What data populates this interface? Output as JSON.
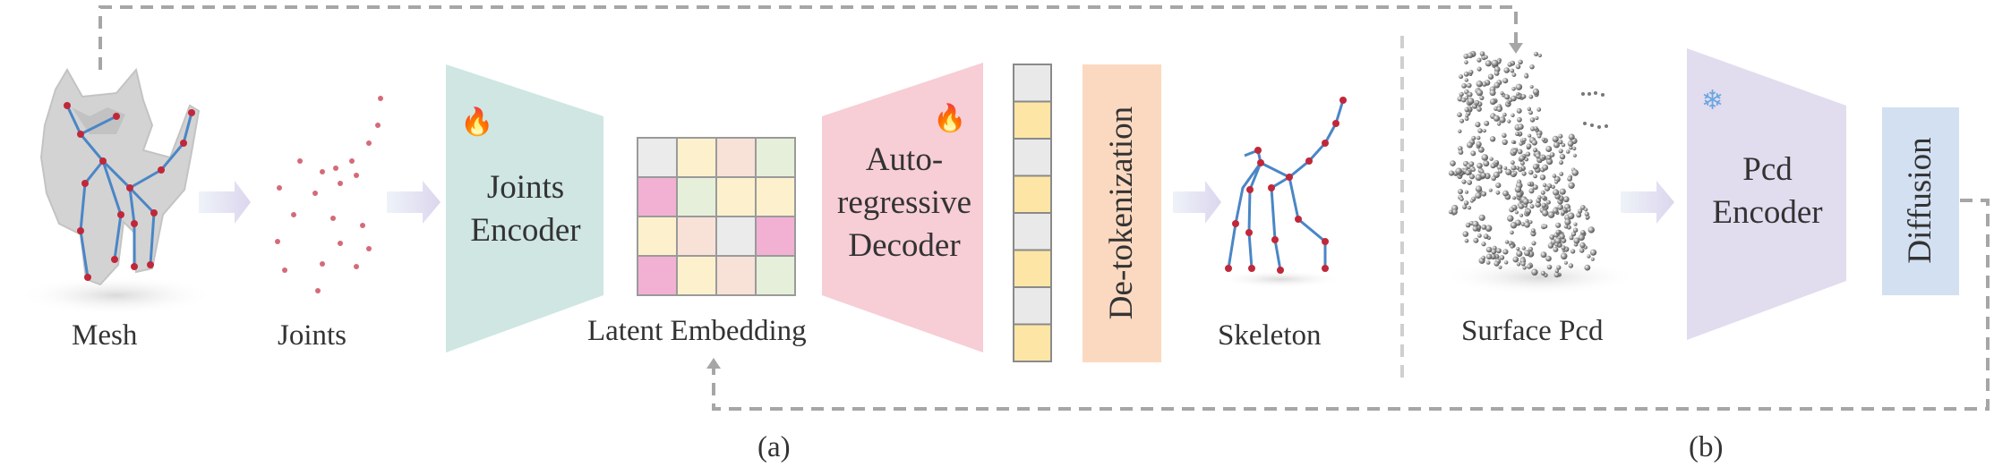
{
  "labels": {
    "mesh": "Mesh",
    "joints": "Joints",
    "latent_embedding": "Latent Embedding",
    "skeleton": "Skeleton",
    "surface_pcd": "Surface Pcd",
    "part_a": "(a)",
    "part_b": "(b)"
  },
  "blocks": {
    "joints_encoder": {
      "line1": "Joints",
      "line2": "Encoder"
    },
    "ar_decoder": {
      "line1": "Auto-",
      "line2": "regressive",
      "line3": "Decoder"
    },
    "detokenization": "De-tokenization",
    "pcd_encoder": {
      "line1": "Pcd",
      "line2": "Encoder"
    },
    "diffusion": "Diffusion"
  },
  "icons": {
    "trainable": "fire-icon",
    "frozen": "snowflake-icon"
  },
  "colors": {
    "joints_encoder": "#cfe6e2",
    "ar_decoder": "#f7cdd6",
    "detokenization": "#fbd9c0",
    "pcd_encoder": "#e2dcef",
    "diffusion": "#d3e0f1",
    "token_yellow": "#fde6a5",
    "token_gray": "#e9e9e9",
    "arrow_fill": "#e4e0f1",
    "dashed_line": "#a6a6a6",
    "joint_red": "#c0283a",
    "bone_blue": "#4a86c6"
  },
  "latent_grid": [
    [
      "#ebebeb",
      "#fdf1cd",
      "#f8e1d7",
      "#e6efd9"
    ],
    [
      "#f2b0d3",
      "#e6efd9",
      "#fdf1cd",
      "#fdf1cd"
    ],
    [
      "#fdf1cd",
      "#f8e1d7",
      "#ebebeb",
      "#f2b0d3"
    ],
    [
      "#f2b0d3",
      "#fdf1cd",
      "#f8e1d7",
      "#e6efd9"
    ]
  ],
  "token_column": [
    "#e9e9e9",
    "#fde6a5",
    "#e9e9e9",
    "#fde6a5",
    "#e9e9e9",
    "#fde6a5",
    "#e9e9e9",
    "#fde6a5"
  ]
}
